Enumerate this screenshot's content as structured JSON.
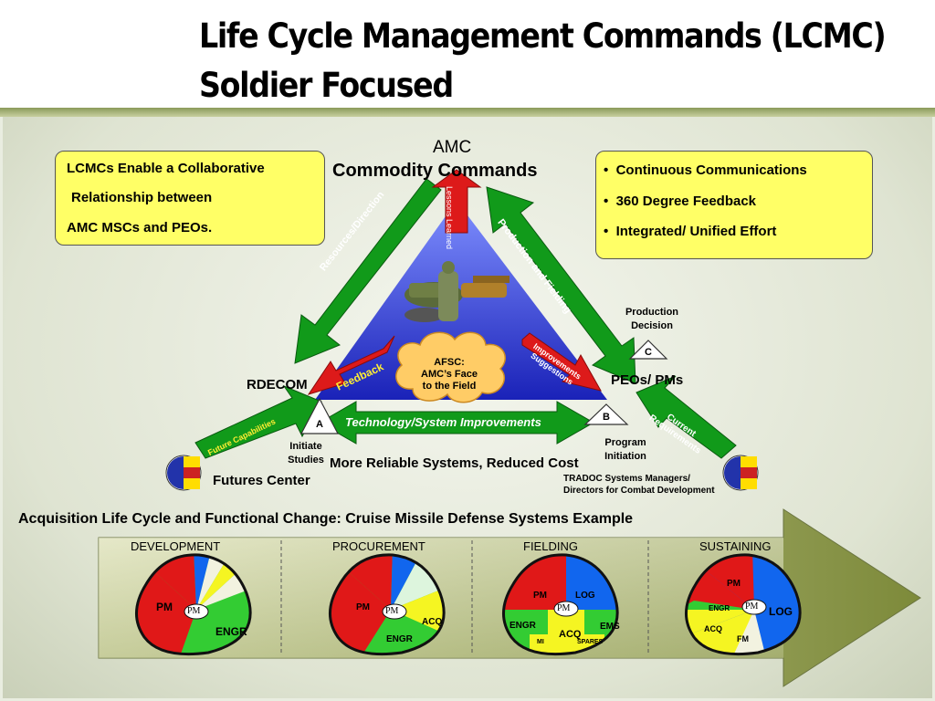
{
  "title": {
    "line1": "Life Cycle Management Commands (LCMC)",
    "line2": "Soldier Focused"
  },
  "left_box": {
    "line1": "LCMCs Enable a Collaborative",
    "line2": "Relationship between",
    "line3": "AMC MSCs and PEOs."
  },
  "right_box": {
    "bullets": [
      "Continuous Communications",
      "360 Degree Feedback",
      "Integrated/ Unified Effort"
    ]
  },
  "triangle": {
    "top_label_1": "AMC",
    "top_label_2": "Commodity Commands",
    "left_label": "RDECOM",
    "right_label": "PEOs/ PMs",
    "center_cloud": [
      "AFSC:",
      "AMC’s Face",
      "to the Field"
    ],
    "arrows": {
      "lessons_learned": "Lessons Learned",
      "resources_direction": "Resources/Direction",
      "production_fielding": "Production and Fielding",
      "feedback": "Feedback",
      "improvements": "Improvements Suggestions",
      "technology": "Technology/System Improvements",
      "future_capabilities": "Future Capabilities",
      "current_requirements": "Current Requirements"
    },
    "milestones": {
      "a": "A",
      "b": "B",
      "c": "C",
      "production_decision_1": "Production",
      "production_decision_2": "Decision",
      "initiate_1": "Initiate",
      "initiate_2": "Studies",
      "program_1": "Program",
      "program_2": "Initiation"
    },
    "bottom_caption": "More Reliable Systems, Reduced Cost",
    "futures_center": "Futures Center",
    "tradoc_1": "TRADOC Systems Managers/",
    "tradoc_2": "Directors for Combat Development"
  },
  "acquisition": {
    "heading": "Acquisition Life Cycle and Functional Change: Cruise Missile Defense Systems Example",
    "phases": [
      "DEVELOPMENT",
      "PROCUREMENT",
      "FIELDING",
      "SUSTAINING"
    ],
    "pie_labels": {
      "dev_pm": "PM",
      "dev_center": "PM",
      "dev_engr": "ENGR",
      "proc_pm": "PM",
      "proc_center": "PM",
      "proc_acq": "ACQ",
      "proc_engr": "ENGR",
      "field_pm": "PM",
      "field_log": "LOG",
      "field_center": "PM",
      "field_engr": "ENGR",
      "field_ems": "EMS",
      "field_acq": "ACQ",
      "field_mi": "MI",
      "field_spares": "SPARES",
      "sus_pm": "PM",
      "sus_engr": "ENGR",
      "sus_center": "PM",
      "sus_log": "LOG",
      "sus_acq": "ACQ",
      "sus_fm": "FM"
    }
  },
  "colors": {
    "green_arrow": "#119a1a",
    "red_arrow": "#dd1a1a",
    "yellow_box": "#ffff66",
    "triangle_blue": "#2233cc",
    "pie_red": "#e01818",
    "pie_blue": "#1166ee",
    "pie_green": "#33cc33",
    "pie_yellow": "#f5f522"
  },
  "icons": [
    "soldier-vehicles-image",
    "army-patch-icon",
    "cloud-shape",
    "milestone-triangle"
  ]
}
